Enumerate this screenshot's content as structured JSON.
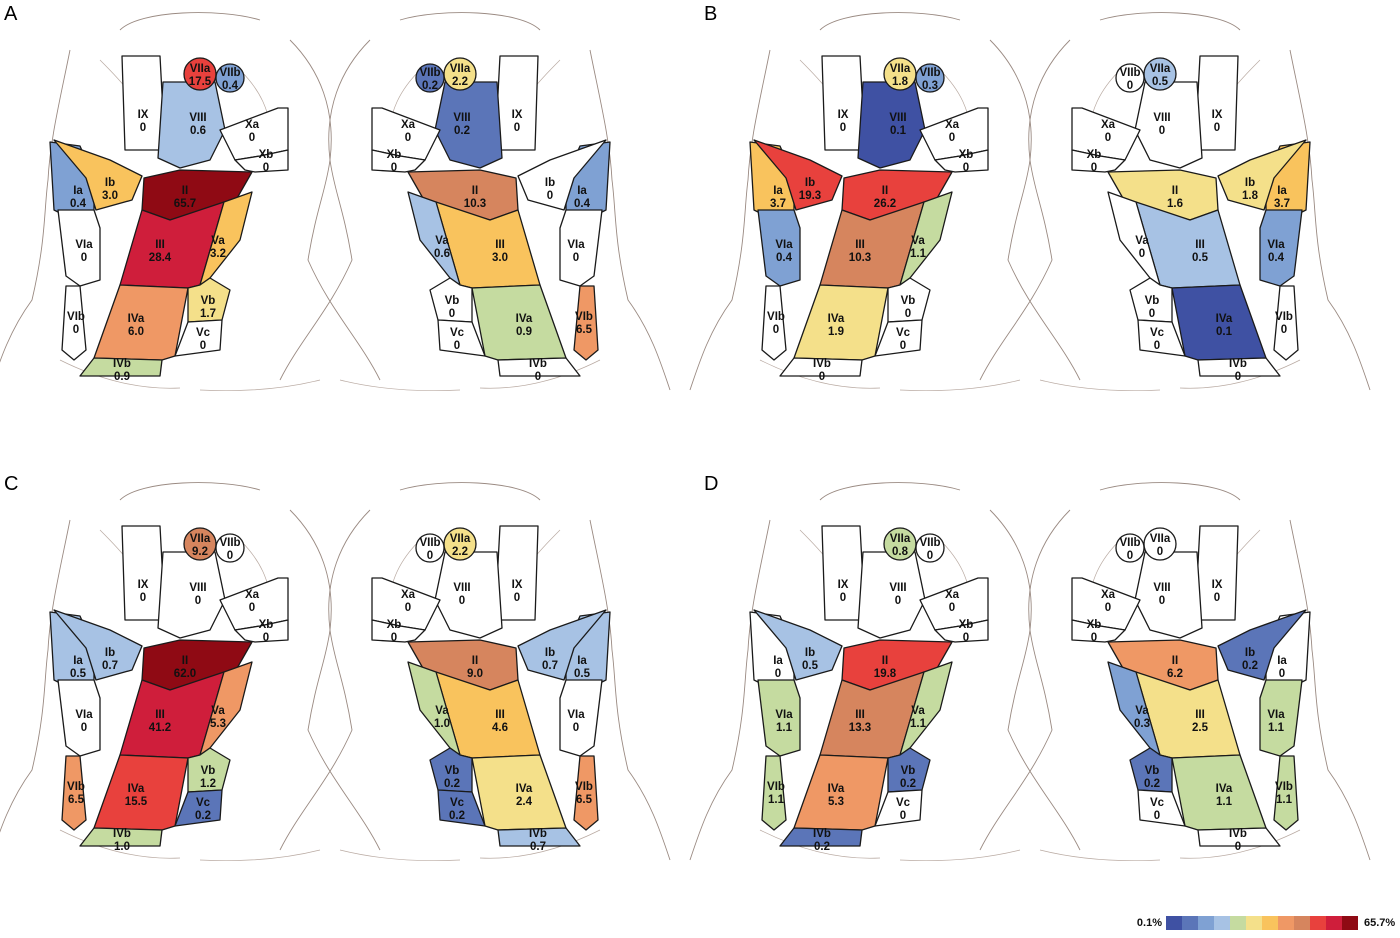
{
  "scale": {
    "min_label": "0.1%",
    "max_label": "65.7%",
    "colors": [
      "#3f51a3",
      "#5b75b8",
      "#7fa1d3",
      "#a7c2e4",
      "#c5dba0",
      "#f4e08a",
      "#f9c35d",
      "#ef9865",
      "#d6855e",
      "#e8413d",
      "#cf1e3b",
      "#8f0a14"
    ],
    "zero_color": "#ffffff"
  },
  "panels": [
    {
      "label": "A",
      "views": [
        {
          "side": "left",
          "zones": {
            "VIIa": "17.5",
            "VIIb": "0.4",
            "IX": "0",
            "VIII": "0.6",
            "Xa": "0",
            "Xb": "0",
            "Ia": "0.4",
            "Ib": "3.0",
            "II": "65.7",
            "III": "28.4",
            "IVa": "6.0",
            "IVb": "0.9",
            "Va": "3.2",
            "Vb": "1.7",
            "Vc": "0",
            "VIa": "0",
            "VIb": "0"
          }
        },
        {
          "side": "right",
          "zones": {
            "VIIa": "2.2",
            "VIIb": "0.2",
            "IX": "0",
            "VIII": "0.2",
            "Xa": "0",
            "Xb": "0",
            "Ia": "0.4",
            "Ib": "0",
            "II": "10.3",
            "III": "3.0",
            "IVa": "0.9",
            "IVb": "0",
            "Va": "0.6",
            "Vb": "0",
            "Vc": "0",
            "VIa": "0",
            "VIb": "6.5"
          }
        }
      ]
    },
    {
      "label": "B",
      "views": [
        {
          "side": "left",
          "zones": {
            "VIIa": "1.8",
            "VIIb": "0.3",
            "IX": "0",
            "VIII": "0.1",
            "Xa": "0",
            "Xb": "0",
            "Ia": "3.7",
            "Ib": "19.3",
            "II": "26.2",
            "III": "10.3",
            "IVa": "1.9",
            "IVb": "0",
            "Va": "1.1",
            "Vb": "0",
            "Vc": "0",
            "VIa": "0.4",
            "VIb": "0"
          }
        },
        {
          "side": "right",
          "zones": {
            "VIIa": "0.5",
            "VIIb": "0",
            "IX": "0",
            "VIII": "0",
            "Xa": "0",
            "Xb": "0",
            "Ia": "3.7",
            "Ib": "1.8",
            "II": "1.6",
            "III": "0.5",
            "IVa": "0.1",
            "IVb": "0",
            "Va": "0",
            "Vb": "0",
            "Vc": "0",
            "VIa": "0.4",
            "VIb": "0"
          }
        }
      ]
    },
    {
      "label": "C",
      "views": [
        {
          "side": "left",
          "zones": {
            "VIIa": "9.2",
            "VIIb": "0",
            "IX": "0",
            "VIII": "0",
            "Xa": "0",
            "Xb": "0",
            "Ia": "0.5",
            "Ib": "0.7",
            "II": "62.0",
            "III": "41.2",
            "IVa": "15.5",
            "IVb": "1.0",
            "Va": "5.3",
            "Vb": "1.2",
            "Vc": "0.2",
            "VIa": "0",
            "VIb": "6.5"
          }
        },
        {
          "side": "right",
          "zones": {
            "VIIa": "2.2",
            "VIIb": "0",
            "IX": "0",
            "VIII": "0",
            "Xa": "0",
            "Xb": "0",
            "Ia": "0.5",
            "Ib": "0.7",
            "II": "9.0",
            "III": "4.6",
            "IVa": "2.4",
            "IVb": "0.7",
            "Va": "1.0",
            "Vb": "0.2",
            "Vc": "0.2",
            "VIa": "0",
            "VIb": "6.5"
          }
        }
      ]
    },
    {
      "label": "D",
      "views": [
        {
          "side": "left",
          "zones": {
            "VIIa": "0.8",
            "VIIb": "0",
            "IX": "0",
            "VIII": "0",
            "Xa": "0",
            "Xb": "0",
            "Ia": "0",
            "Ib": "0.5",
            "II": "19.8",
            "III": "13.3",
            "IVa": "5.3",
            "IVb": "0.2",
            "Va": "1.1",
            "Vb": "0.2",
            "Vc": "0",
            "VIa": "1.1",
            "VIb": "1.1"
          }
        },
        {
          "side": "right",
          "zones": {
            "VIIa": "0",
            "VIIb": "0",
            "IX": "0",
            "VIII": "0",
            "Xa": "0",
            "Xb": "0",
            "Ia": "0",
            "Ib": "0.2",
            "II": "6.2",
            "III": "2.5",
            "IVa": "1.1",
            "IVb": "0",
            "Va": "0.3",
            "Vb": "0.2",
            "Vc": "0",
            "VIa": "1.1",
            "VIb": "1.1"
          }
        }
      ]
    }
  ]
}
